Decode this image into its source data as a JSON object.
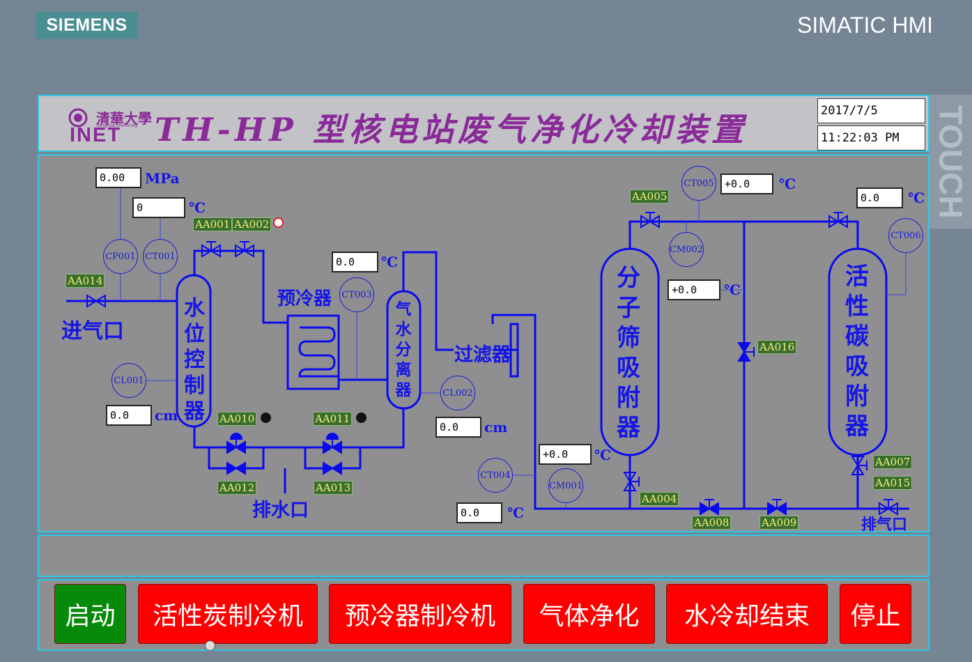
{
  "brand": {
    "siemens": "SIEMENS",
    "hmi": "SIMATIC HMI",
    "touch": "TOUCH"
  },
  "header": {
    "logo_cn": "清華大學",
    "logo_en": "Tsinghua University",
    "logo_inet": "INET",
    "title": "TH-HP 型核电站废气净化冷却装置",
    "date": "2017/7/5",
    "time": "11:22:03 PM"
  },
  "fields": {
    "pressure": "0.00",
    "temp1": "0",
    "temp_cooler": "0.0",
    "level1": "0.0",
    "level2": "0.0",
    "temp4": "+0.0",
    "temp_ct004": "0.0",
    "temp_ct005": "+0.0",
    "temp_mid": "+0.0",
    "temp_ct006": "0.0"
  },
  "units": {
    "mpa": "MPa",
    "c": "℃",
    "cm": "cm"
  },
  "sensors": [
    "CP001",
    "CT001",
    "CL001",
    "CT003",
    "CL002",
    "CT004",
    "CM001",
    "CT005",
    "CM002",
    "CT006"
  ],
  "tags": [
    "AA001",
    "AA002",
    "AA004",
    "AA005",
    "AA007",
    "AA008",
    "AA009",
    "AA010",
    "AA011",
    "AA012",
    "AA013",
    "AA014",
    "AA015",
    "AA016"
  ],
  "labels": {
    "inlet": "进气口",
    "level_ctrl": "水位控制器",
    "precooler": "预冷器",
    "separator": "气水分离器",
    "filter": "过滤器",
    "sieve": "分子筛吸附器",
    "carbon": "活性碳吸附器",
    "drain": "排水口",
    "exhaust": "排气口"
  },
  "buttons": {
    "start": "启动",
    "carbon_chiller": "活性炭制冷机",
    "precooler_chiller": "预冷器制冷机",
    "purify": "气体净化",
    "water_end": "水冷却结束",
    "stop": "停止"
  },
  "colors": {
    "pipe": "#0a0aee",
    "tag_bg": "#3b6e2e",
    "tag_text": "#f0f07a",
    "panel_border": "#2fc7e6",
    "btn_red": "#ff0000",
    "btn_green": "#078a0a"
  }
}
